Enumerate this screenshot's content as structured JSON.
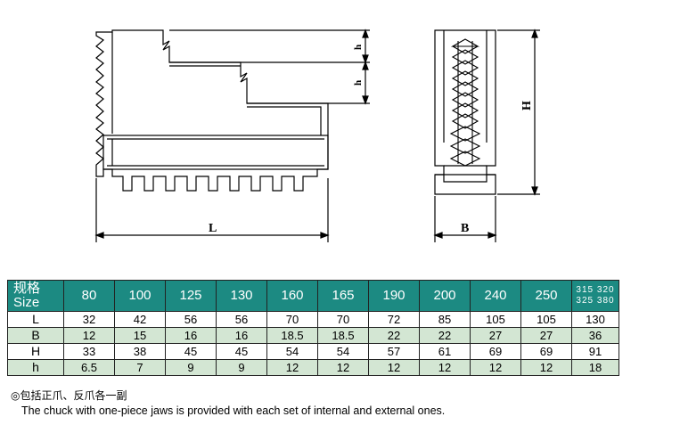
{
  "drawing": {
    "dim_L": "L",
    "dim_B": "B",
    "dim_H": "H",
    "dim_h1": "h",
    "dim_h2": "h"
  },
  "table": {
    "header_label_cn": "规格",
    "header_label_en": "Size",
    "sizes": [
      "80",
      "100",
      "125",
      "130",
      "160",
      "165",
      "190",
      "200",
      "240",
      "250"
    ],
    "last_size_line1": "315  320",
    "last_size_line2": "325  380",
    "rows": [
      {
        "label": "L",
        "values": [
          "32",
          "42",
          "56",
          "56",
          "70",
          "70",
          "72",
          "85",
          "105",
          "105",
          "130"
        ]
      },
      {
        "label": "B",
        "values": [
          "12",
          "15",
          "16",
          "16",
          "18.5",
          "18.5",
          "22",
          "22",
          "27",
          "27",
          "36"
        ]
      },
      {
        "label": "H",
        "values": [
          "33",
          "38",
          "45",
          "45",
          "54",
          "54",
          "57",
          "61",
          "69",
          "69",
          "91"
        ]
      },
      {
        "label": "h",
        "values": [
          "6.5",
          "7",
          "9",
          "9",
          "12",
          "12",
          "12",
          "12",
          "12",
          "12",
          "18"
        ]
      }
    ]
  },
  "notes": {
    "cn": "◎包括正爪、反爪各一副",
    "en": "The chuck with one-piece jaws is provided with each set of internal and external ones."
  }
}
